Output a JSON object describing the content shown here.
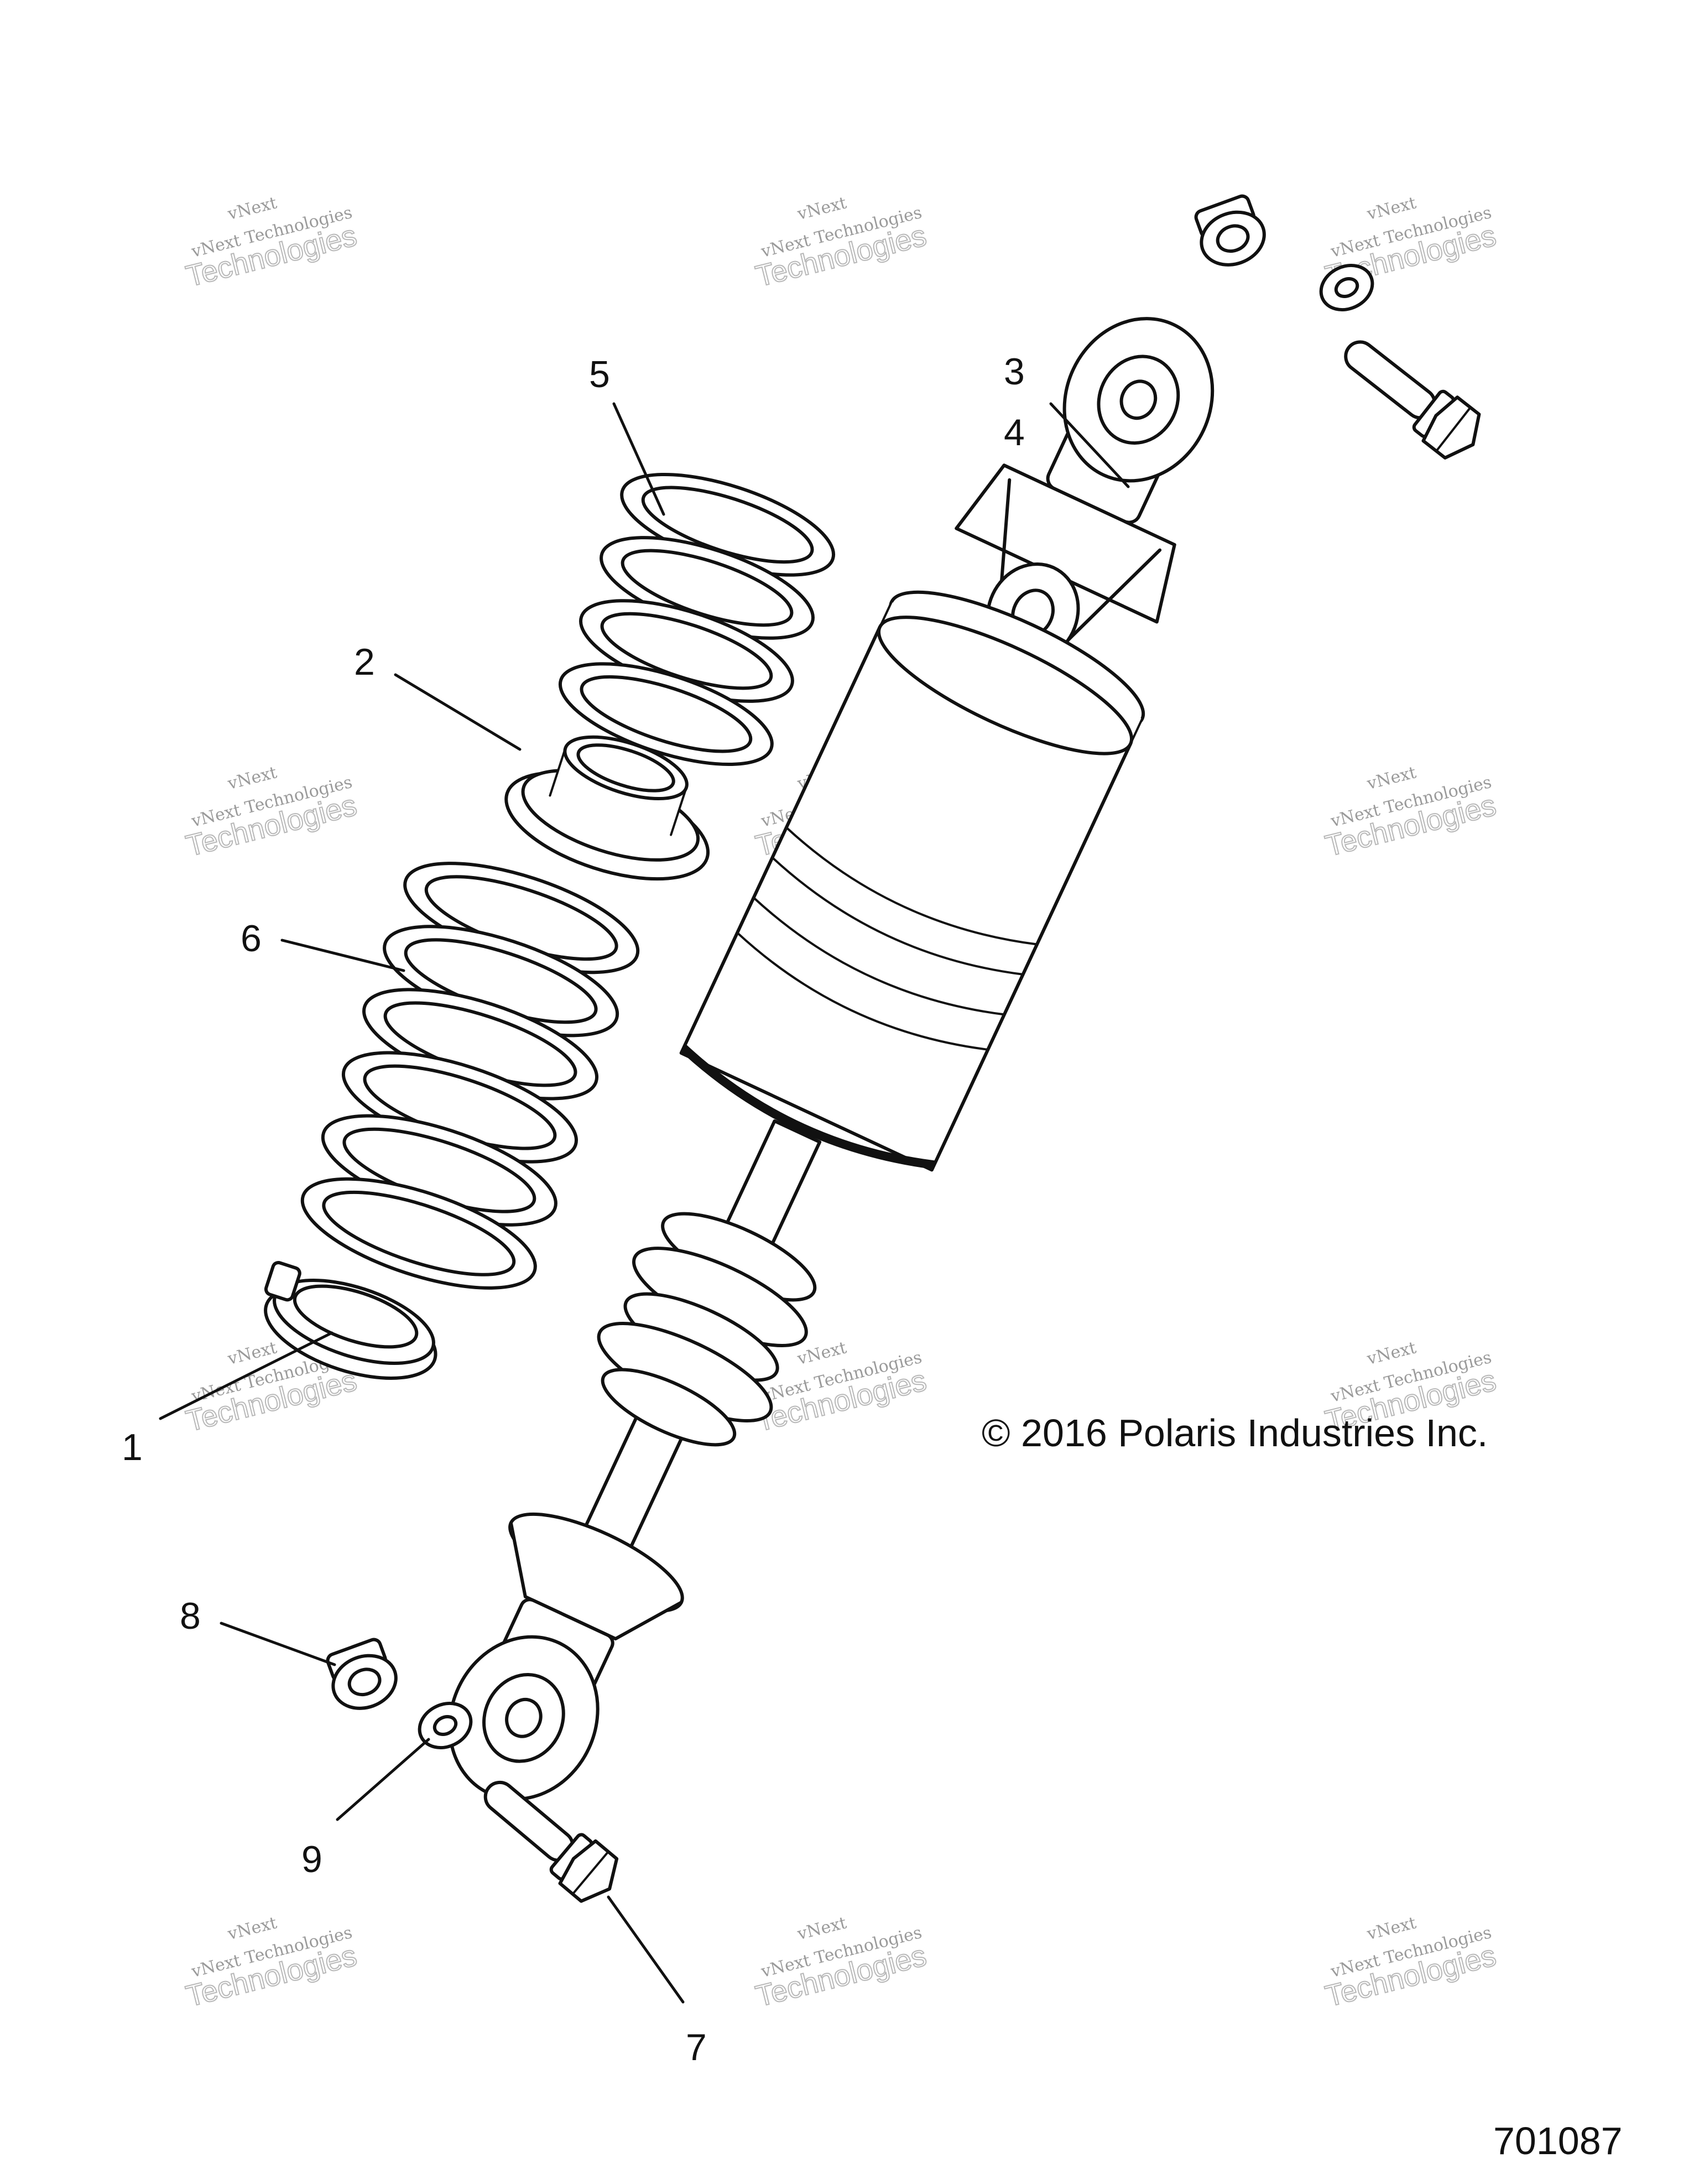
{
  "callouts": [
    {
      "id": "1",
      "label": "1"
    },
    {
      "id": "2",
      "label": "2"
    },
    {
      "id": "3",
      "label": "3"
    },
    {
      "id": "4",
      "label": "4"
    },
    {
      "id": "5",
      "label": "5"
    },
    {
      "id": "6",
      "label": "6"
    },
    {
      "id": "7",
      "label": "7"
    },
    {
      "id": "8",
      "label": "8"
    },
    {
      "id": "9",
      "label": "9"
    }
  ],
  "copyright": "© 2016 Polaris Industries Inc.",
  "figure_number": "701087",
  "watermark": {
    "line1": "vNext",
    "line2": "vNext Technologies",
    "line3": "Technologies"
  }
}
